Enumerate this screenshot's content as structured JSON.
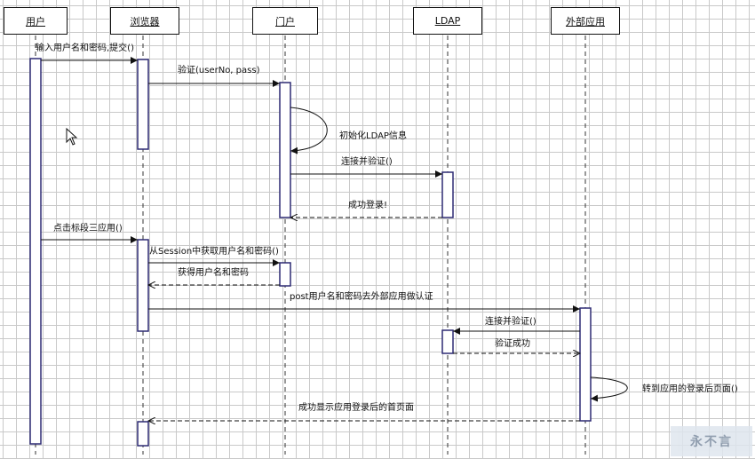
{
  "actors": {
    "user": "用户",
    "browser": "浏览器",
    "portal": "门户",
    "ldap": "LDAP",
    "external": "外部应用"
  },
  "messages": {
    "m1": "输入用户名和密码,提交()",
    "m2": "验证(userNo, pass)",
    "m3": "初始化LDAP信息",
    "m4": "连接并验证()",
    "m5": "成功登录!",
    "m6": "点击标段三应用()",
    "m7": "从Session中获取用户名和密码()",
    "m8": "获得用户名和密码",
    "m9": "post用户名和密码去外部应用做认证",
    "m10": "连接并验证()",
    "m11": "验证成功",
    "m12": "转到应用的登录后页面()",
    "m13": "成功显示应用登录后的首页面"
  },
  "watermark": "永不言"
}
